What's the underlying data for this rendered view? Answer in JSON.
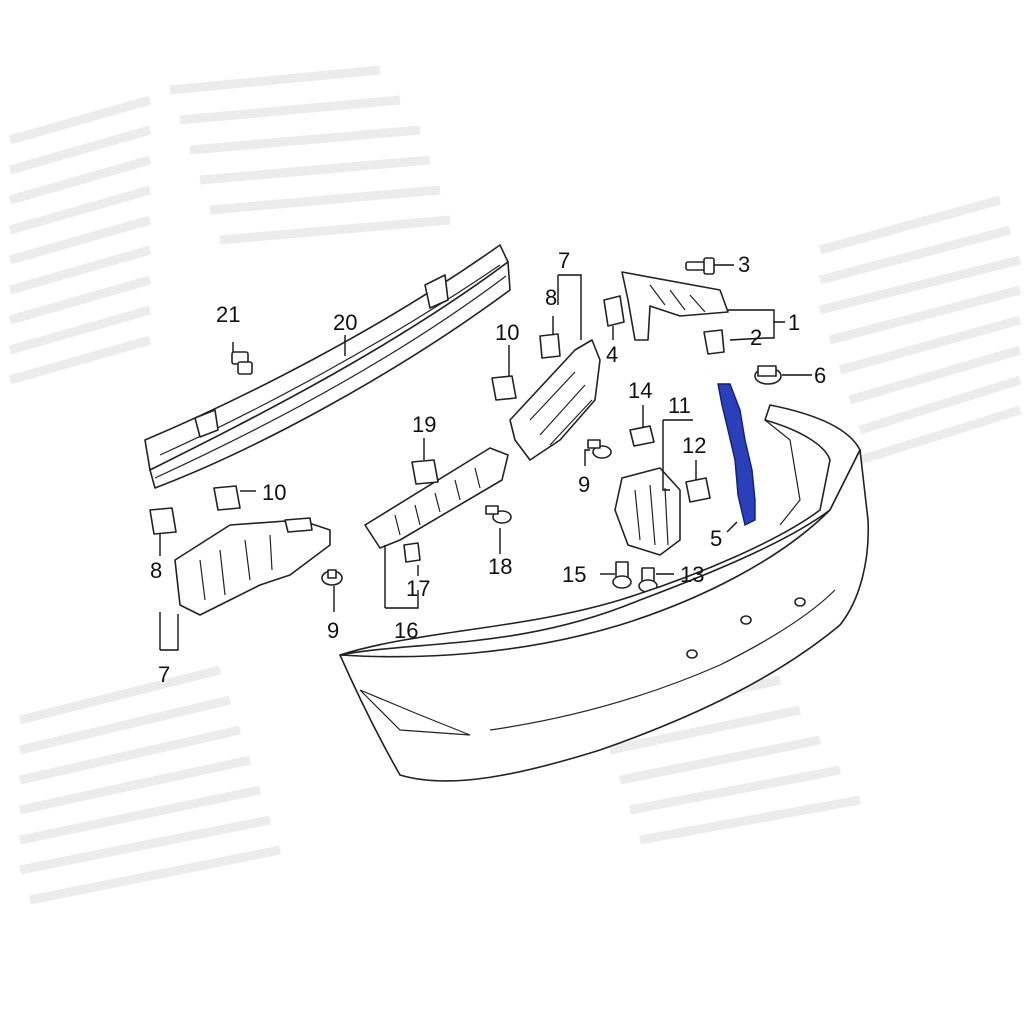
{
  "diagram": {
    "callouts": {
      "c1": "1",
      "c2": "2",
      "c3": "3",
      "c4": "4",
      "c5": "5",
      "c6": "6",
      "c7_top": "7",
      "c7_bottom": "7",
      "c8_top": "8",
      "c8_left": "8",
      "c9_mid": "9",
      "c9_low": "9",
      "c10_top": "10",
      "c10_left": "10",
      "c11": "11",
      "c12": "12",
      "c13": "13",
      "c14": "14",
      "c15": "15",
      "c16": "16",
      "c17": "17",
      "c18": "18",
      "c19": "19",
      "c20": "20",
      "c21": "21"
    },
    "highlight_color": "#2a3fb8"
  }
}
